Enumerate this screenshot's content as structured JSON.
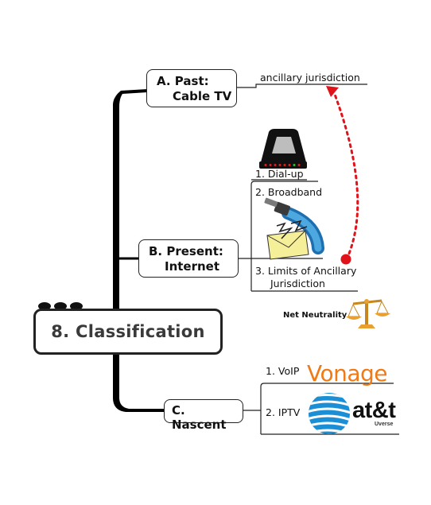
{
  "central": {
    "label": "8. Classification"
  },
  "branches": {
    "past": {
      "line1": "A. Past:",
      "line2": "Cable TV"
    },
    "present": {
      "line1": "B. Present:",
      "line2": "Internet"
    },
    "nascent": {
      "label": "C. Nascent"
    }
  },
  "past_items": {
    "ancillary": "ancillary jurisdiction"
  },
  "present_items": {
    "dialup": "1. Dial-up",
    "broadband": "2. Broadband",
    "limits_line1": "3. Limits of Ancillary",
    "limits_line2": "Jurisdiction"
  },
  "net_neutrality": {
    "label": "Net Neutrality"
  },
  "nascent_items": {
    "voip": "1. VoIP",
    "iptv": "2. IPTV",
    "vonage_logo": "Vonage",
    "att_logo": "at&t",
    "att_sub": "Uverse"
  },
  "colors": {
    "arrow": "#e0131b",
    "vonage": "#f07a16",
    "att_globe": "#1a8fd6",
    "scale": "#e8a030"
  }
}
